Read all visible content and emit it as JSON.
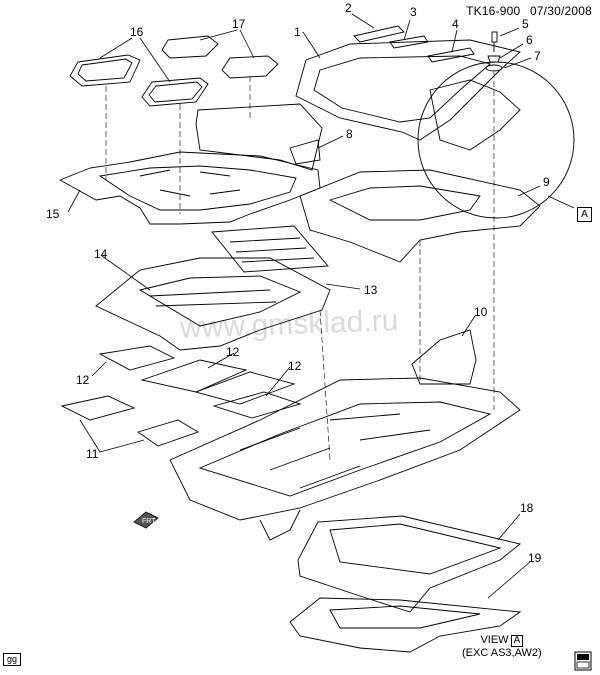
{
  "header": {
    "code": "TK16-900",
    "date": "07/30/2008"
  },
  "watermark": "www.gmsklad.ru",
  "callouts": [
    "1",
    "2",
    "3",
    "4",
    "5",
    "6",
    "7",
    "8",
    "9",
    "10",
    "11",
    "12",
    "12",
    "12",
    "13",
    "14",
    "15",
    "16",
    "17",
    "18",
    "19"
  ],
  "view": {
    "line1": "VIEW",
    "letter": "A",
    "line2": "(EXC AS3,AW2)"
  },
  "view_tag": "A",
  "corner_tag": "gg",
  "front_arrow_text": "FRT",
  "icons": [
    "front-arrow-icon",
    "service-book-icon"
  ]
}
